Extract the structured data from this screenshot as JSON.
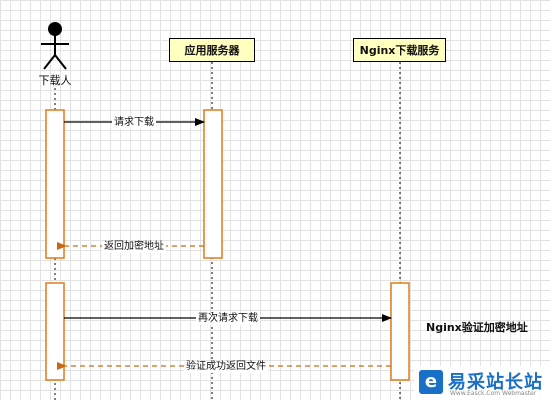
{
  "actor": {
    "label": "下载人"
  },
  "participants": {
    "app_server": "应用服务器",
    "nginx_service": "Nginx下载服务"
  },
  "messages": {
    "request_download": "请求下载",
    "return_encrypted_address": "返回加密地址",
    "request_download_again": "再次请求下载",
    "verify_success_return_file": "验证成功返回文件"
  },
  "note": "Nginx验证加密地址",
  "watermark": {
    "name": "易采站长站",
    "subtitle": "Www.Easck.Com Webmaster"
  },
  "colors": {
    "activation_border": "#e07b1a",
    "return_arrow": "#c96a10",
    "participant_fill": "#ffffc0"
  }
}
